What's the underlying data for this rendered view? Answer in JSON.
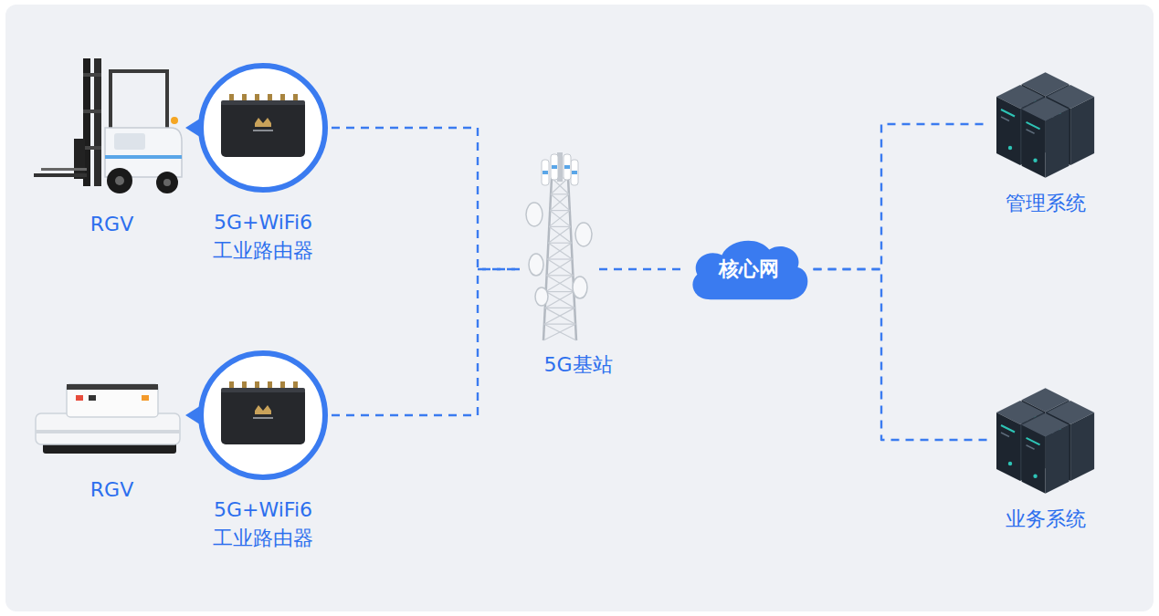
{
  "diagram": {
    "nodes": [
      {
        "text": [
          "RGV"
        ]
      },
      {
        "text": [
          "5G+WiFi6 工业路由器"
        ]
      },
      {
        "text": [
          "RGV"
        ]
      },
      {
        "text": [
          "5G+WiFi6 工业路由器"
        ]
      },
      {
        "text": [
          "5G基站"
        ]
      },
      {
        "text": [
          "核心网"
        ]
      },
      {
        "text": [
          "管理系统"
        ]
      },
      {
        "text": [
          "业务系统"
        ]
      }
    ],
    "edges": [
      {
        "from": 1,
        "to": 4,
        "arrow": "none"
      },
      {
        "from": 3,
        "to": 4,
        "arrow": "none"
      },
      {
        "from": 4,
        "to": 5,
        "arrow": "none"
      },
      {
        "from": 5,
        "to": 6,
        "arrow": "none"
      },
      {
        "from": 5,
        "to": 7,
        "arrow": "none"
      }
    ]
  }
}
